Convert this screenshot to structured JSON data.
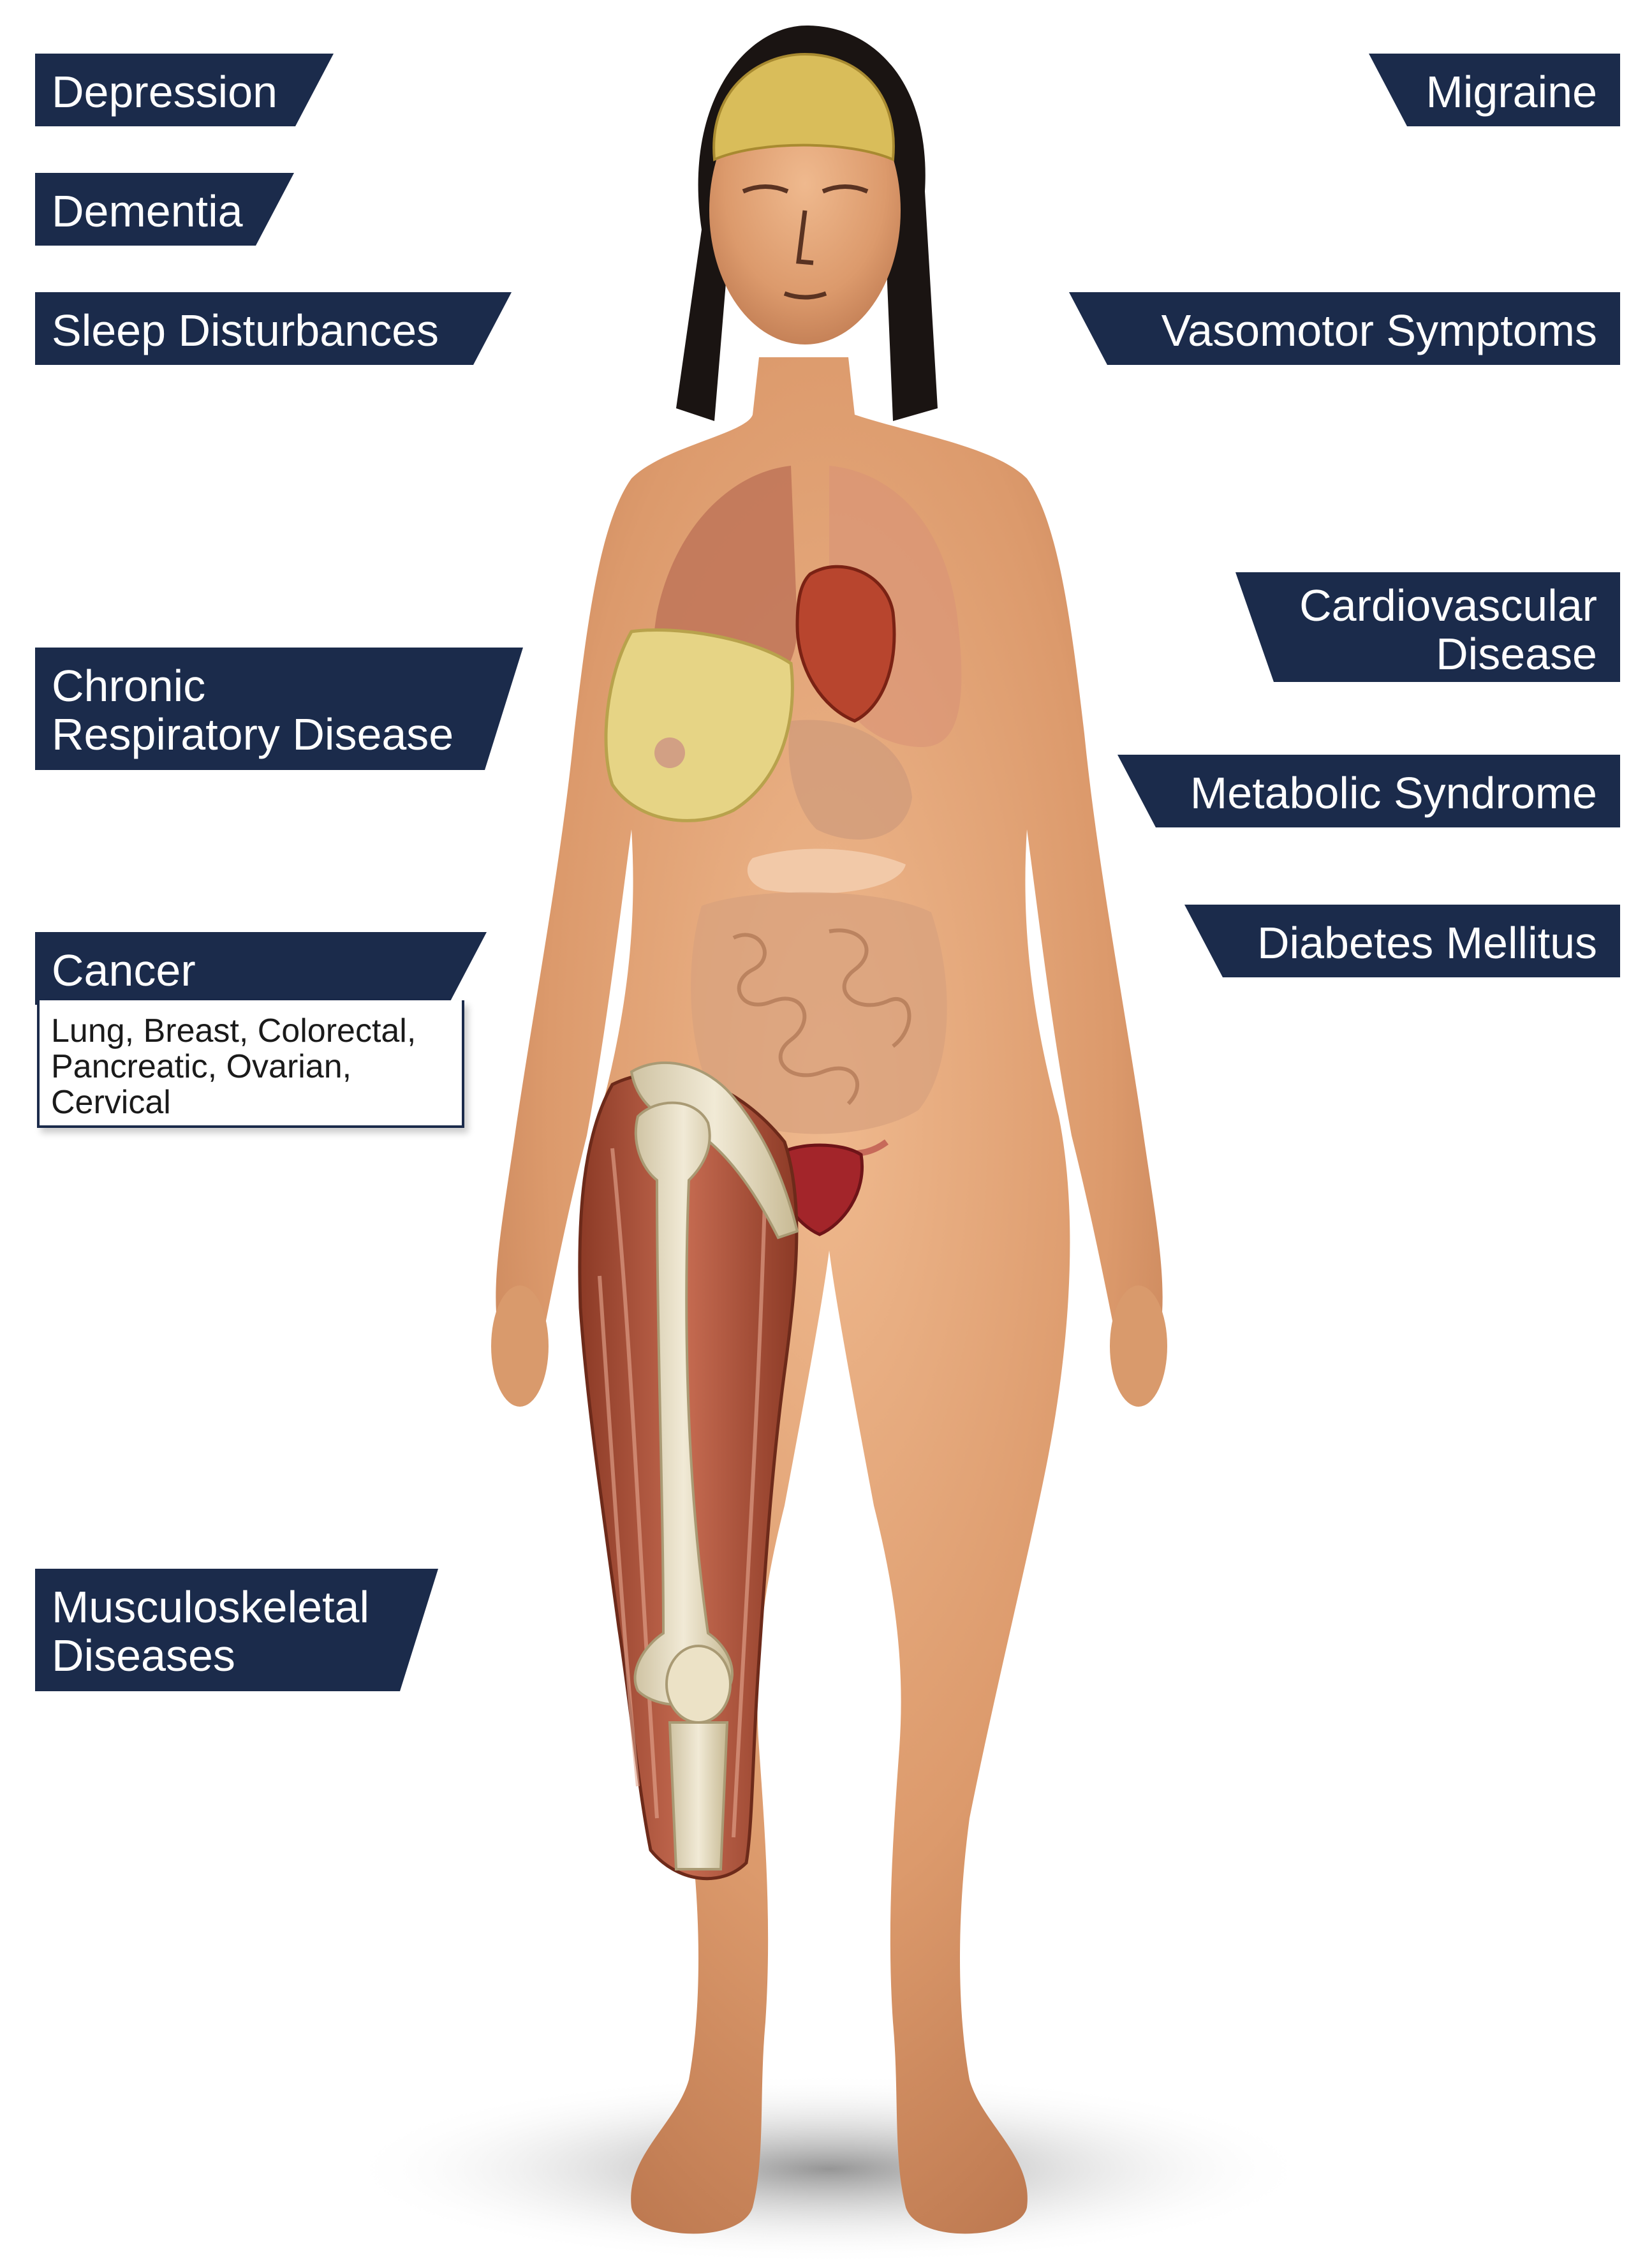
{
  "labels": {
    "depression": "Depression",
    "dementia": "Dementia",
    "sleep": "Sleep Disturbances",
    "migraine": "Migraine",
    "vasomotor": "Vasomotor Symptoms",
    "cardio_line1": "Cardiovascular",
    "cardio_line2": "Disease",
    "metabolic": "Metabolic Syndrome",
    "diabetes": "Diabetes Mellitus",
    "respiratory_line1": "Chronic",
    "respiratory_line2": "Respiratory Disease",
    "cancer": "Cancer",
    "cancer_detail_line1": "Lung, Breast, Colorectal,",
    "cancer_detail_line2": "Pancreatic, Ovarian,",
    "cancer_detail_line3": "Cervical",
    "msk_line1": "Musculoskeletal",
    "msk_line2": "Diseases"
  },
  "colors": {
    "tag_background": "#1b2b4b",
    "tag_text": "#ffffff",
    "skin": "#e2a578",
    "hair": "#1a1412"
  }
}
